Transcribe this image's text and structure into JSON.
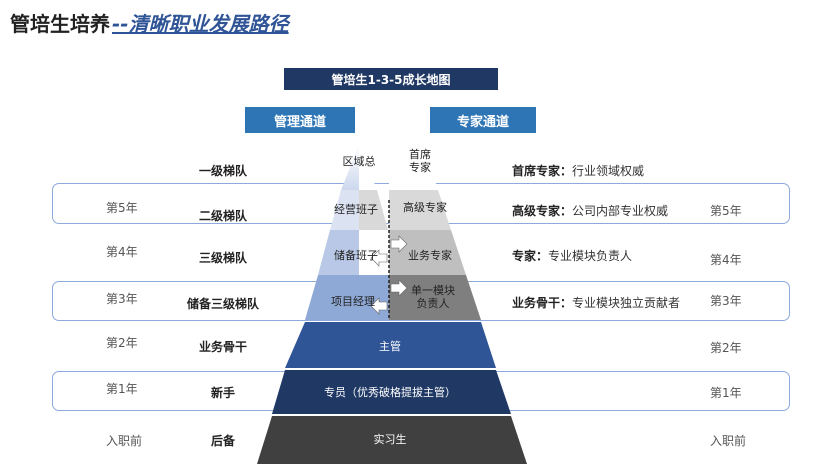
{
  "header": {
    "title": "管培生培养",
    "subtitle": "--清晰职业发展路径"
  },
  "map_title": "管培生1-3-5成长地图",
  "channels": {
    "management": "管理通道",
    "expert": "专家通道"
  },
  "pyramid": {
    "management_tiers": [
      "区域总",
      "经营班子",
      "储备班子",
      "项目经理"
    ],
    "expert_tiers": [
      "首席\n专家",
      "高级专家",
      "业务专家",
      "单一模块\n负责人"
    ],
    "base_tiers": [
      "主管",
      "专员（优秀破格提拔主管）",
      "实习生"
    ]
  },
  "rows": [
    {
      "level": "一级梯队",
      "left_year": "",
      "right_year": "",
      "role": "首席专家：",
      "desc": "行业领域权威"
    },
    {
      "level": "二级梯队",
      "left_year": "第5年",
      "right_year": "第5年",
      "role": "高级专家：",
      "desc": "公司内部专业权威"
    },
    {
      "level": "三级梯队",
      "left_year": "第4年",
      "right_year": "第4年",
      "role": "专家：",
      "desc": "专业模块负责人"
    },
    {
      "level": "储备三级梯队",
      "left_year": "第3年",
      "right_year": "第3年",
      "role": "业务骨干：",
      "desc": "专业模块独立贡献者"
    },
    {
      "level": "业务骨干",
      "left_year": "第2年",
      "right_year": "第2年",
      "role": "",
      "desc": ""
    },
    {
      "level": "新手",
      "left_year": "第1年",
      "right_year": "第1年",
      "role": "",
      "desc": ""
    },
    {
      "level": "后备",
      "left_year": "入职前",
      "right_year": "入职前",
      "role": "",
      "desc": ""
    }
  ]
}
